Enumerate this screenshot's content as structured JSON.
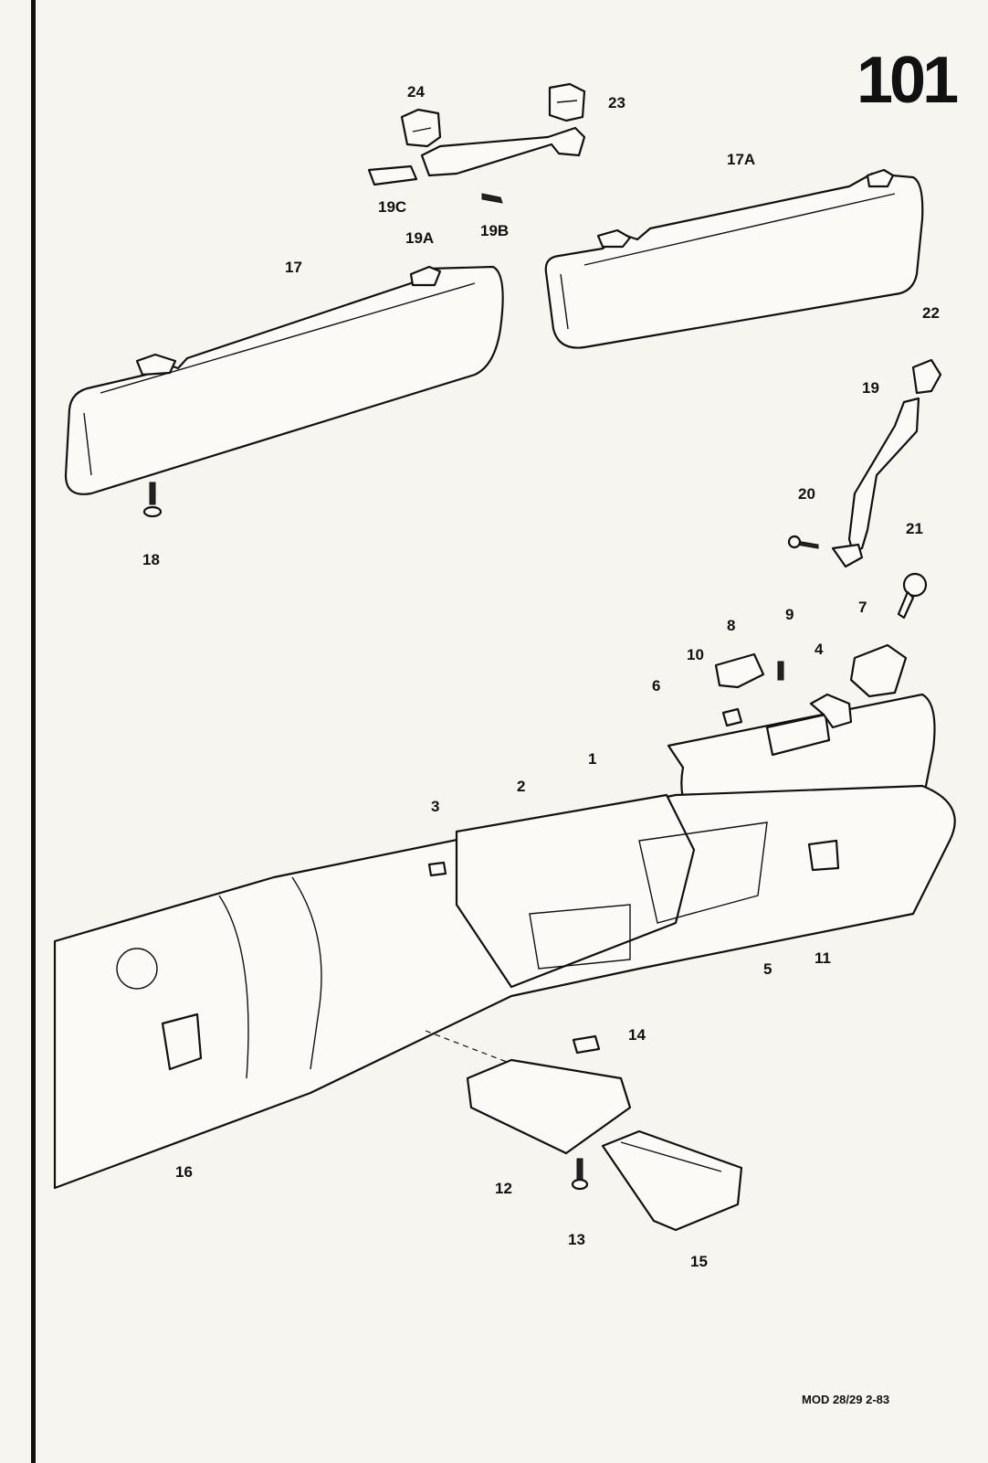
{
  "page_number": "101",
  "footer_code": "MOD 28/29  2-83",
  "part_labels": {
    "p1": "1",
    "p2": "2",
    "p3": "3",
    "p4": "4",
    "p5": "5",
    "p6": "6",
    "p7": "7",
    "p8": "8",
    "p9": "9",
    "p10": "10",
    "p11": "11",
    "p12": "12",
    "p13": "13",
    "p14": "14",
    "p15": "15",
    "p16": "16",
    "p17": "17",
    "p17A": "17A",
    "p18": "18",
    "p19": "19",
    "p19A": "19A",
    "p19B": "19B",
    "p19C": "19C",
    "p20": "20",
    "p21": "21",
    "p22": "22",
    "p23": "23",
    "p24": "24"
  }
}
